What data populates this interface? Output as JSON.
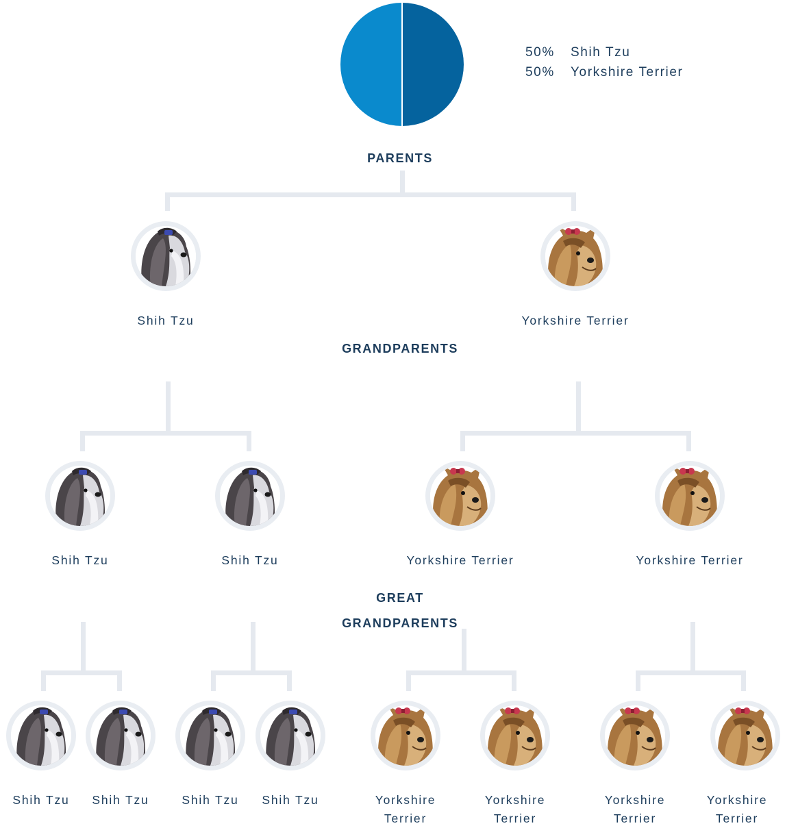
{
  "composition": {
    "slices": [
      {
        "percent_label": "50%",
        "breed": "Shih Tzu",
        "share": 0.5,
        "color": "#0a8acd"
      },
      {
        "percent_label": "50%",
        "breed": "Yorkshire Terrier",
        "share": 0.5,
        "color": "#05639e"
      }
    ]
  },
  "sections": {
    "parents": "PARENTS",
    "grandparents": "GRANDPARENTS",
    "great_grandparents_line1": "GREAT",
    "great_grandparents_line2": "GRANDPARENTS"
  },
  "parents": [
    {
      "breed": "Shih Tzu",
      "icon": "shih-tzu-dog-icon"
    },
    {
      "breed": "Yorkshire Terrier",
      "icon": "yorkshire-terrier-dog-icon"
    }
  ],
  "grandparents": [
    {
      "breed": "Shih Tzu",
      "icon": "shih-tzu-dog-icon"
    },
    {
      "breed": "Shih Tzu",
      "icon": "shih-tzu-dog-icon"
    },
    {
      "breed": "Yorkshire Terrier",
      "icon": "yorkshire-terrier-dog-icon"
    },
    {
      "breed": "Yorkshire Terrier",
      "icon": "yorkshire-terrier-dog-icon"
    }
  ],
  "great_grandparents": [
    {
      "breed": "Shih Tzu",
      "icon": "shih-tzu-dog-icon"
    },
    {
      "breed": "Shih Tzu",
      "icon": "shih-tzu-dog-icon"
    },
    {
      "breed": "Shih Tzu",
      "icon": "shih-tzu-dog-icon"
    },
    {
      "breed": "Shih Tzu",
      "icon": "shih-tzu-dog-icon"
    },
    {
      "breed_line1": "Yorkshire",
      "breed_line2": "Terrier",
      "icon": "yorkshire-terrier-dog-icon"
    },
    {
      "breed_line1": "Yorkshire",
      "breed_line2": "Terrier",
      "icon": "yorkshire-terrier-dog-icon"
    },
    {
      "breed_line1": "Yorkshire",
      "breed_line2": "Terrier",
      "icon": "yorkshire-terrier-dog-icon"
    },
    {
      "breed_line1": "Yorkshire",
      "breed_line2": "Terrier",
      "icon": "yorkshire-terrier-dog-icon"
    }
  ]
}
